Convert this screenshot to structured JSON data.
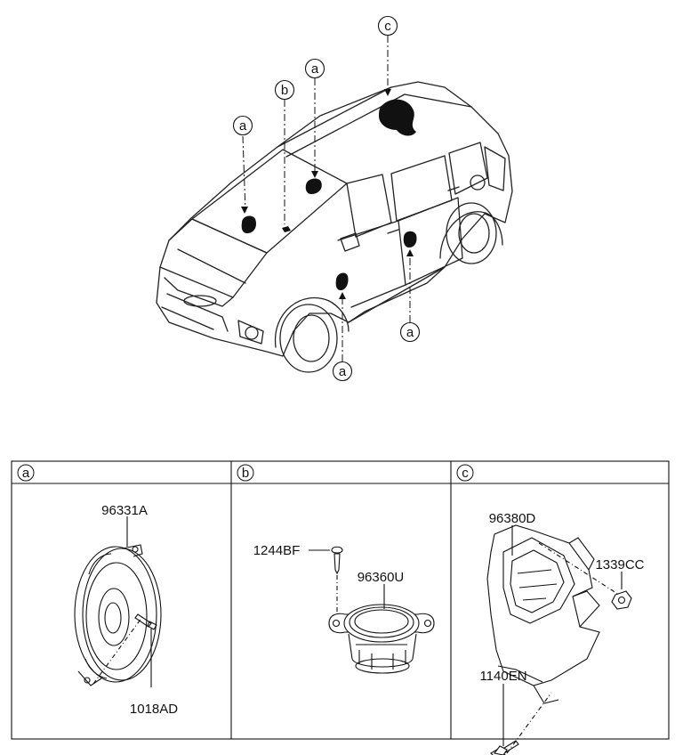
{
  "callouts": {
    "top_c": "c",
    "top_b": "b",
    "top_a_left": "a",
    "top_a_center": "a",
    "right_a": "a",
    "bottom_a": "a"
  },
  "panels": [
    {
      "letter": "a",
      "parts": {
        "p1": "96331A",
        "p2": "1018AD"
      }
    },
    {
      "letter": "b",
      "parts": {
        "p1": "1244BF",
        "p2": "96360U"
      }
    },
    {
      "letter": "c",
      "parts": {
        "p1": "96380D",
        "p2": "1339CC",
        "p3": "1140EN"
      }
    }
  ]
}
